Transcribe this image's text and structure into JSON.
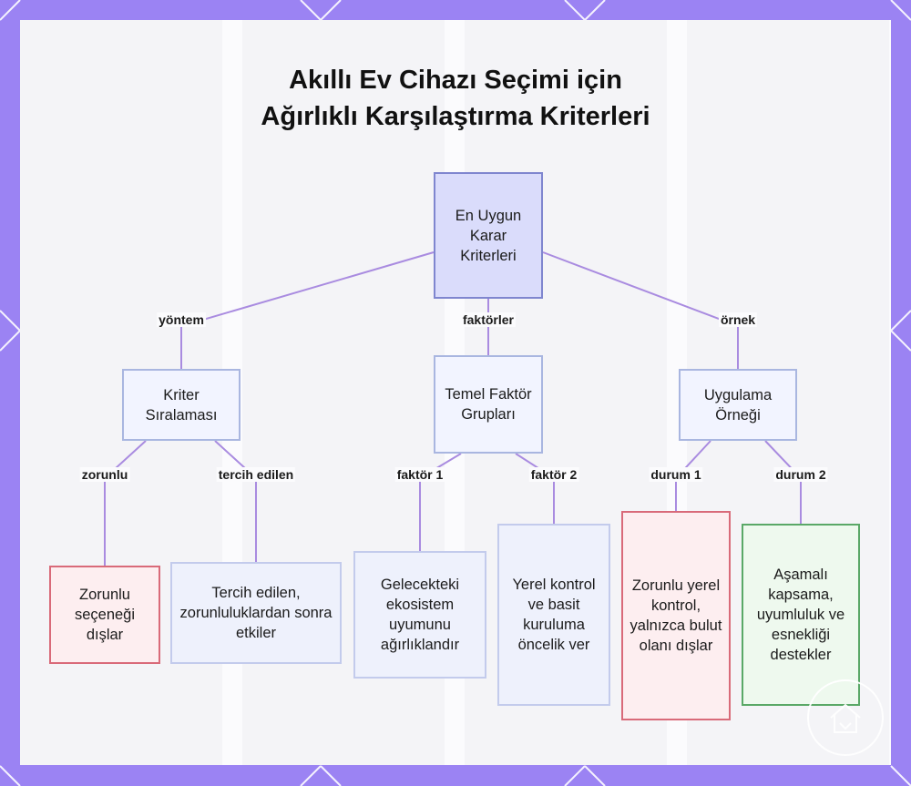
{
  "title": {
    "line1": "Akıllı Ev Cihazı Seçimi için",
    "line2": "Ağırlıklı Karşılaştırma Kriterleri"
  },
  "nodes": {
    "root": "En Uygun Karar Kriterleri",
    "kriter": "Kriter Sıralaması",
    "temel": "Temel Faktör Grupları",
    "uygulama": "Uygulama Örneği",
    "zorunlu": "Zorunlu seçeneği dışlar",
    "tercih": "Tercih edilen, zorunluluklardan sonra etkiler",
    "gelecek": "Gelecekteki ekosistem uyumunu ağırlıklandır",
    "yerel": "Yerel kontrol ve basit kuruluma öncelik ver",
    "zorunluYerel": "Zorunlu yerel kontrol, yalnızca bulut olanı dışlar",
    "asamali": "Aşamalı kapsama, uyumluluk ve esnekliği destekler"
  },
  "edge_labels": {
    "yontem": "yöntem",
    "faktorler": "faktörler",
    "ornek": "örnek",
    "zorunlu": "zorunlu",
    "tercihEdilen": "tercih edilen",
    "faktor1": "faktör 1",
    "faktor2": "faktör 2",
    "durum1": "durum 1",
    "durum2": "durum 2"
  },
  "colors": {
    "frame": "#9b83f3",
    "edge": "#a98be0",
    "root_fill": "#dadcfb",
    "red_border": "#d96a79",
    "green_border": "#5aa867"
  }
}
